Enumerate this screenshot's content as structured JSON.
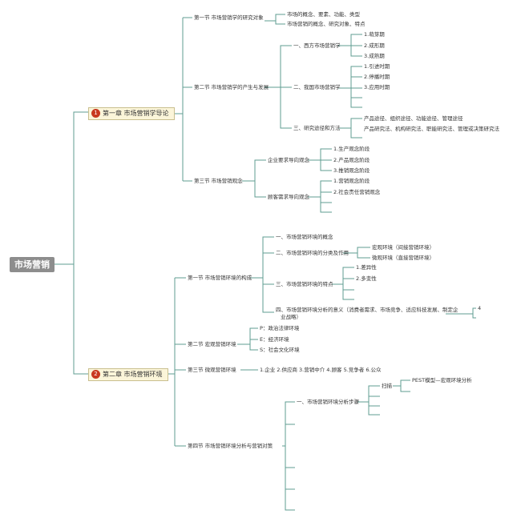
{
  "root": "市场营销",
  "chapter1": {
    "num": "1",
    "title": "第一章 市场营销学导论",
    "sec1": {
      "title": "第一节 市场营销学的研究对象",
      "items": [
        "市场的概念、要素、功能、类型",
        "市场营销的概念、研究对象、特点"
      ]
    },
    "sec2": {
      "title": "第二节 市场营销学的产生与发展",
      "western": {
        "label": "一、西方市场营销学",
        "items": [
          "1.萌芽期",
          "2.成形期",
          "3.成熟期"
        ]
      },
      "china": {
        "label": "二、我国市场营销学",
        "items": [
          "1.引进时期",
          "2.停播时期",
          "3.应用时期"
        ]
      },
      "methods": {
        "label": "三、研究途径和方法",
        "items": [
          "产品途径、组织途径、功能途径、管理途径",
          "产品研究法、机构研究法、职能研究法、管理或决策研究法"
        ]
      }
    },
    "sec3": {
      "title": "第三节 市场营销观念",
      "enterprise": {
        "label": "企业要求导向观念",
        "items": [
          "1.生产观念阶段",
          "2.产品观念阶段",
          "3.推销观念阶段"
        ]
      },
      "customer": {
        "label": "顾客需求导向观念",
        "items": [
          "1.营销观念阶段",
          "2.社会责任营销观念"
        ]
      }
    }
  },
  "chapter2": {
    "num": "2",
    "title": "第二章 市场营销环境",
    "sec1": {
      "title": "第一节 市场营销环境的构成",
      "concept": "一、市场营销环境的概念",
      "classify": {
        "label": "二、市场营销环境的分类及作用",
        "items": [
          "宏观环境（间接营销环境）",
          "微观环境（直接营销环境）"
        ]
      },
      "features": {
        "label": "三、市场营销环境的特点",
        "items": [
          "1.差异性",
          "2.多变性"
        ]
      },
      "significance_line1": "四、市场营销环境分析的意义（消费者需求、市场竞争、适应科技发展、制定企",
      "significance_line2": "业战略）",
      "side_mark": "4"
    },
    "sec2": {
      "title": "第二节 宏观营销环境",
      "items": [
        "P：政治法律环境",
        "E：经济环境",
        "S：社会文化环境"
      ]
    },
    "sec3": {
      "title": "第三节 微观营销环境",
      "detail": "1.企业 2.供应商 3.营销中介 4.顾客 5.竞争者 6.公众"
    },
    "sec4": {
      "title": "第四节 市场营销环境分析与营销对策",
      "steps": "一、市场营销环境分析步骤",
      "scan": "扫描",
      "pest": "PEST模型—宏观环境分析"
    }
  }
}
